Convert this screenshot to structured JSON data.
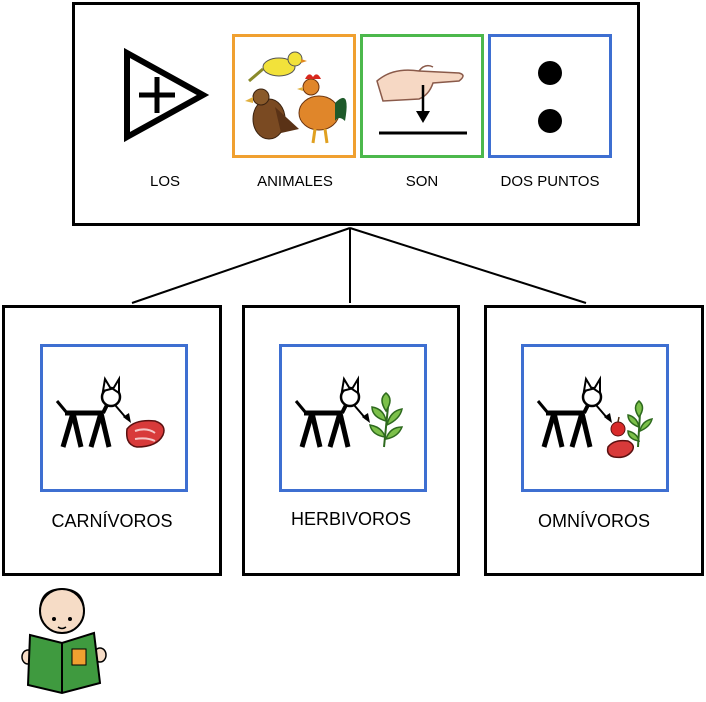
{
  "header": {
    "items": [
      {
        "icon": "determiner-plus-icon",
        "label": "LOS",
        "frame_color": ""
      },
      {
        "icon": "animals-birds-icon",
        "label": "ANIMALES",
        "frame_color": "#f0a030"
      },
      {
        "icon": "verb-to-be-hand-icon",
        "label": "SON",
        "frame_color": "#4cb84c"
      },
      {
        "icon": "colon-icon",
        "label": "DOS PUNTOS",
        "frame_color": "#3e6fd1"
      }
    ]
  },
  "categories": [
    {
      "icon": "animal-eating-meat-icon",
      "label": "CARNÍVOROS"
    },
    {
      "icon": "animal-eating-plant-icon",
      "label": "HERBIVOROS"
    },
    {
      "icon": "animal-eating-meat-and-plant-icon",
      "label": "OMNÍVOROS"
    }
  ],
  "colors": {
    "border": "#000000",
    "category_frame": "#3e6fd1",
    "book": "#3f9a3f"
  },
  "decoration": {
    "icon": "child-reading-book-icon"
  }
}
